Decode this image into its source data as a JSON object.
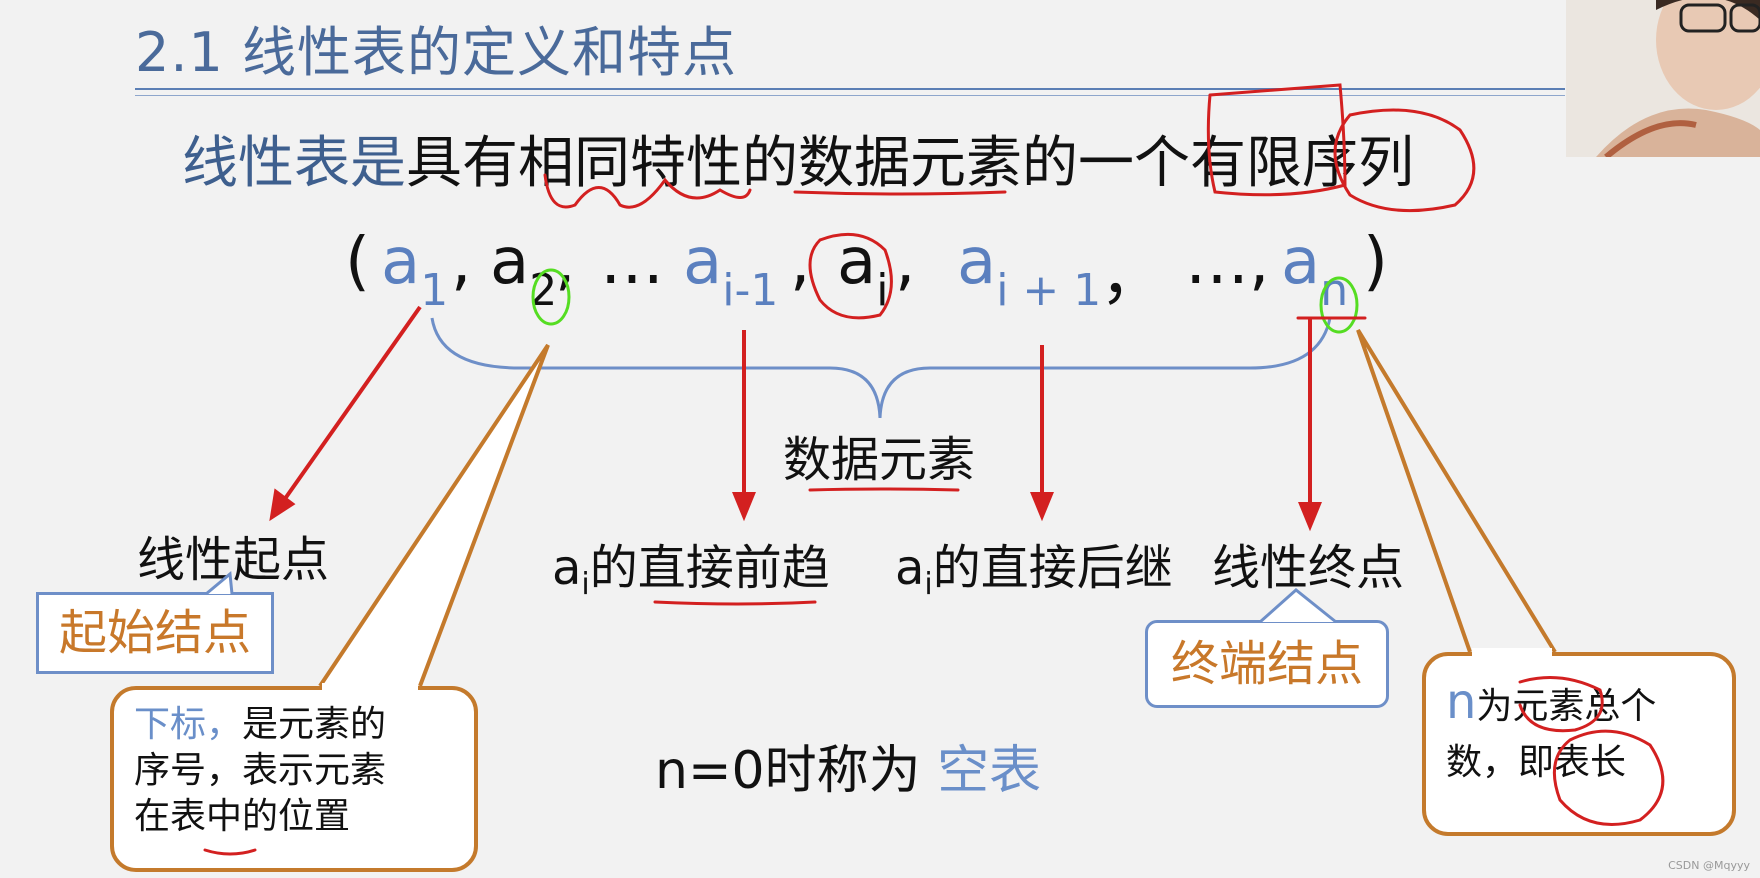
{
  "title": "2.1 线性表的定义和特点",
  "definition": {
    "part1": "线性表是",
    "part2": "具有相同特性的数据元素的一个有限序列"
  },
  "sequence": {
    "open": "(",
    "a": "a",
    "sub1": "1",
    "comma1": ",",
    "sub2": "2",
    "comma2": ",",
    "ellipsis1": "…",
    "sub_im1": "i-1",
    "comma3": ",",
    "sub_i": "i",
    "comma4": ",",
    "sub_ip1": "i + 1",
    "comma5": "，",
    "ellipsis2": "…,",
    "sub_n": "n",
    "close": ")"
  },
  "labels": {
    "data_element": "数据元素",
    "start": "线性起点",
    "predecessor_a": "a",
    "predecessor_sub": "i",
    "predecessor_text": "的直接前趋",
    "successor_a": "a",
    "successor_sub": "i",
    "successor_text": "的直接后继",
    "end": "线性终点",
    "empty_prefix": "n=0时称为",
    "empty_word": "空表"
  },
  "callouts": {
    "start_node": "起始结点",
    "end_node": "终端结点",
    "subscript_blue": "下标，",
    "subscript_line1": "是元素的",
    "subscript_line2": "序号，表示元素",
    "subscript_line3": "在表中的位置",
    "n_letter": "n",
    "n_line1": "为元素总个",
    "n_line2": "数，即表长"
  },
  "watermark": "CSDN @Mqyyy",
  "colors": {
    "title": "#4a6a9a",
    "blue_text": "#5b80bf",
    "arrow_red": "#d32020",
    "orange": "#c47a2c",
    "annotation_green": "#55dd22"
  }
}
